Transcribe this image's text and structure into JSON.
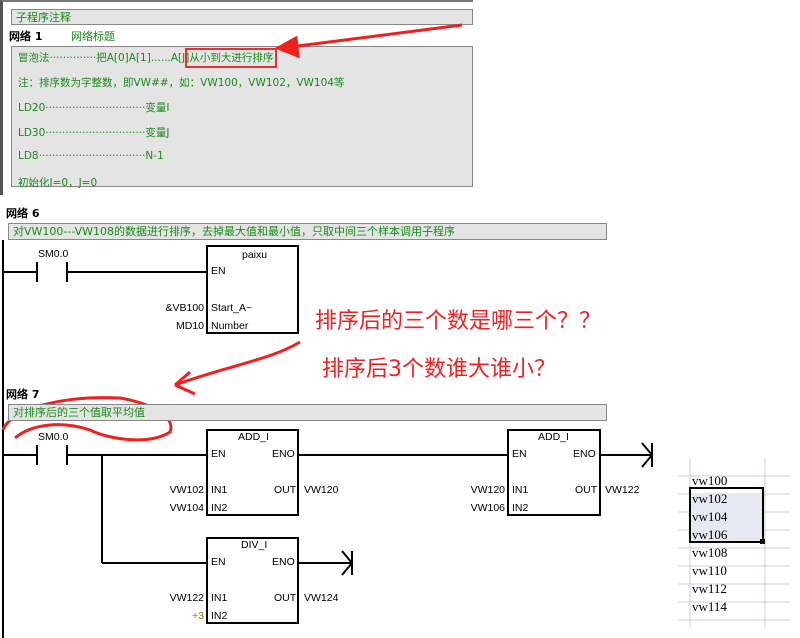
{
  "subroutine": {
    "header": "子程序注释",
    "network1_label": "网络 1",
    "network1_title": "网络标题",
    "comment_lines": [
      "冒泡法··············把A[0]A[1]......A[J]",
      "注：排序数为字整数，即VW##，如：VW100，VW102，VW104等",
      "LD20······························变量I",
      "LD30······························变量J",
      "LD8································N-1",
      "初始化I=0，J=0"
    ],
    "highlight": "从小到大进行排序"
  },
  "network6": {
    "label": "网络 6",
    "comment": "对VW100---VW108的数据进行排序，去掉最大值和最小值，只取中间三个样本调用子程序",
    "contact": "SM0.0",
    "box_title": "paixu",
    "en": "EN",
    "pins": [
      {
        "name": "Start_A~",
        "operand": "&VB100"
      },
      {
        "name": "Number",
        "operand": "MD10"
      }
    ]
  },
  "annotations": {
    "q1": "排序后的三个数是哪三个？？",
    "q2": "排序后3个数谁大谁小？"
  },
  "network7": {
    "label": "网络 7",
    "comment": "对排序后的三个值取平均值",
    "contact": "SM0.0",
    "add1": {
      "title": "ADD_I",
      "en": "EN",
      "eno": "ENO",
      "in1": "IN1",
      "in2": "IN2",
      "out": "OUT",
      "in1_op": "VW102",
      "in2_op": "VW104",
      "out_op": "VW120"
    },
    "add2": {
      "title": "ADD_I",
      "en": "EN",
      "eno": "ENO",
      "in1": "IN1",
      "in2": "IN2",
      "out": "OUT",
      "in1_op": "VW120",
      "in2_op": "VW106",
      "out_op": "VW122"
    },
    "div": {
      "title": "DIV_I",
      "en": "EN",
      "eno": "ENO",
      "in1": "IN1",
      "in2": "IN2",
      "out": "OUT",
      "in1_op": "VW122",
      "in2_op": "+3",
      "out_op": "VW124"
    }
  },
  "sheet": {
    "cells": [
      "vw100",
      "vw102",
      "vw104",
      "vw106",
      "vw108",
      "vw110",
      "vw112",
      "vw114"
    ]
  }
}
